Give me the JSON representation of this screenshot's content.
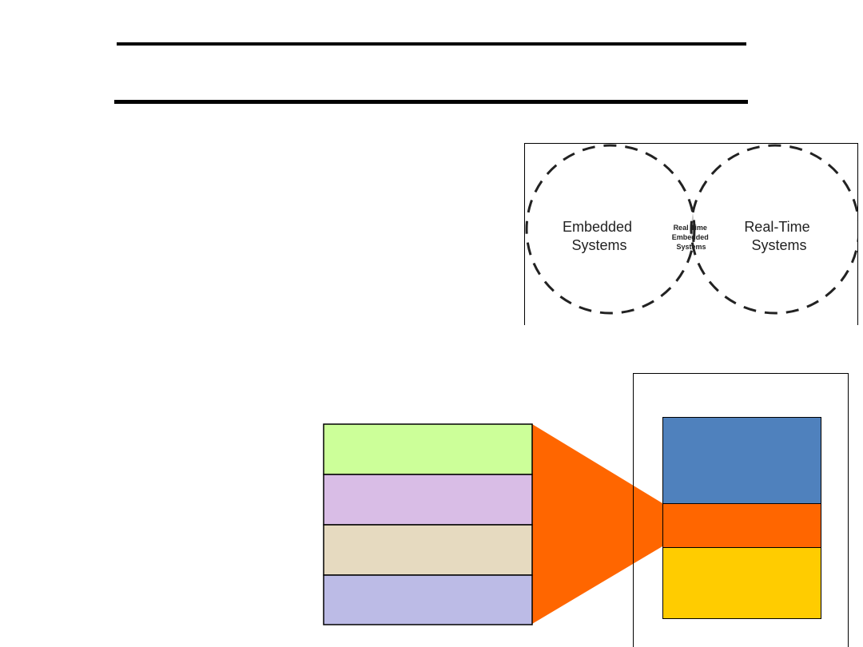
{
  "venn": {
    "left_label": [
      "Embedded",
      "Systems"
    ],
    "middle_label": [
      "Real Time",
      "Embedded",
      "Systems"
    ],
    "right_label": [
      "Real-Time",
      "Systems"
    ],
    "overlap_color": "#c8c8c8"
  },
  "layers": {
    "left_stack_colors": [
      "#ccff99",
      "#d9bde6",
      "#e6dac0",
      "#bcbbe6"
    ],
    "right_stack_colors": [
      "#4f81bd",
      "#ff6600",
      "#ffcc00"
    ],
    "connector_color": "#ff6600"
  }
}
